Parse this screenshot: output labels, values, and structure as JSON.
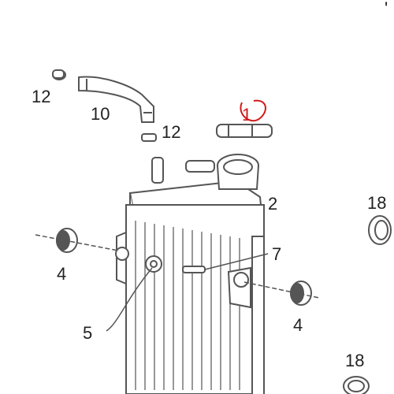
{
  "callouts": {
    "c1": "1",
    "c2": "2",
    "c4a": "4",
    "c4b": "4",
    "c5": "5",
    "c7": "7",
    "c10": "10",
    "c12a": "12",
    "c12b": "12",
    "c18a": "18",
    "c18b": "18"
  },
  "colors": {
    "line": "#555555",
    "highlight": "#d01818"
  },
  "top_right_mark": "'"
}
